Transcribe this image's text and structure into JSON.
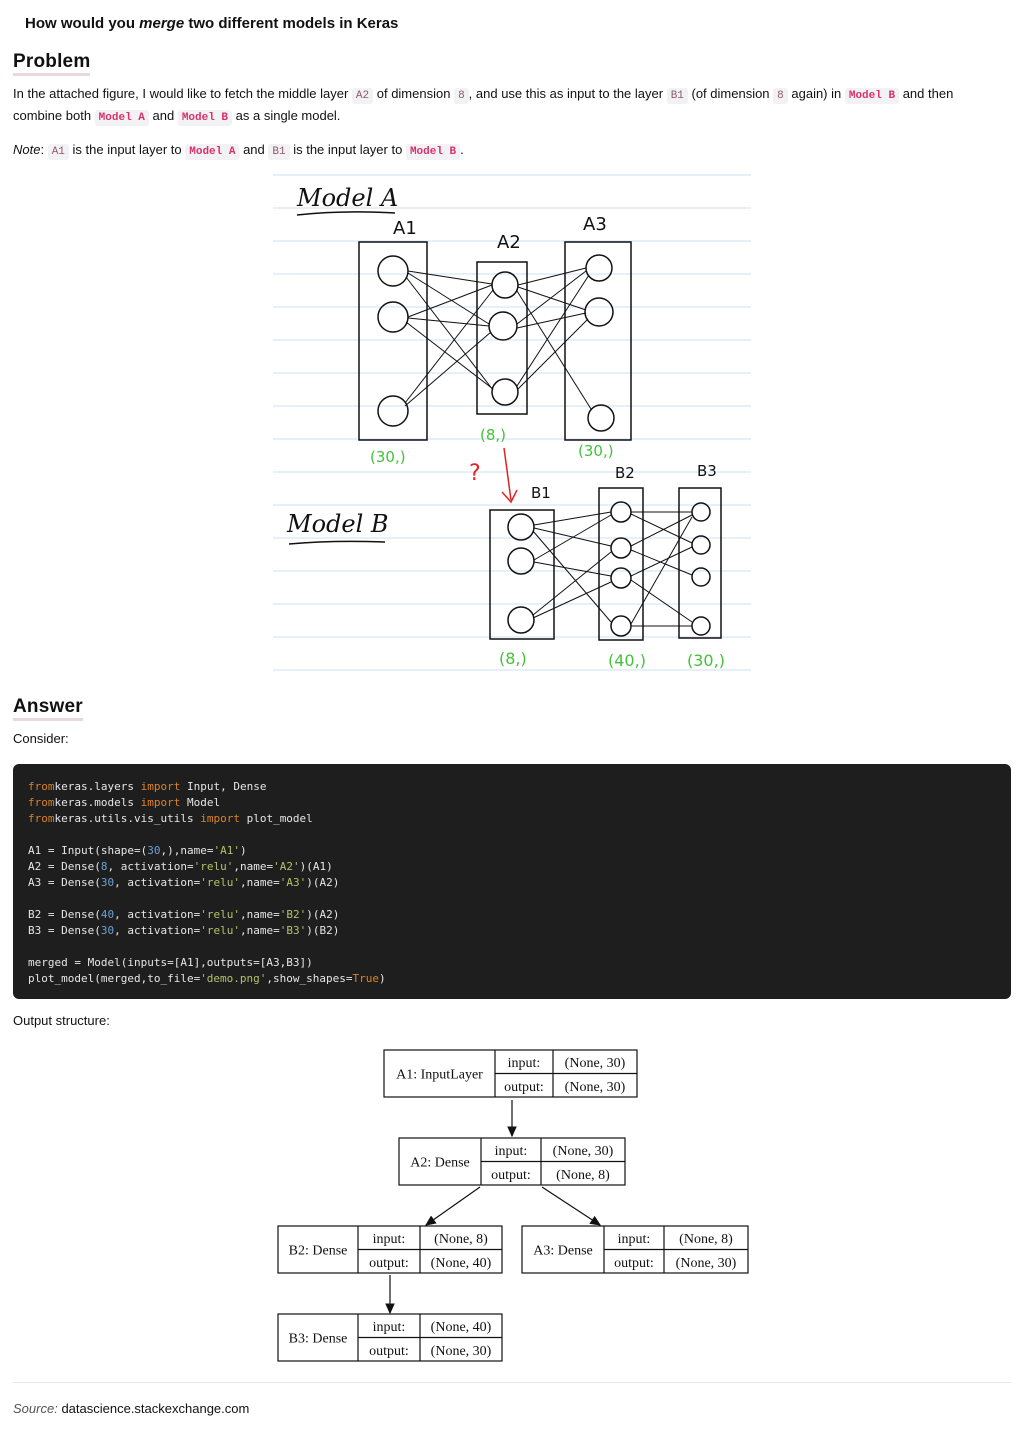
{
  "title": {
    "prefix": "How would you ",
    "emphasis": "merge",
    "suffix": " two different models in Keras"
  },
  "problem": {
    "heading": "Problem",
    "p1": {
      "t1": "In the attached figure, I would like to fetch the middle layer ",
      "c1": "A2",
      "t2": " of dimension ",
      "c2": "8",
      "t3": ", and use this as input to the layer ",
      "c3": "B1",
      "t4": " (of dimension ",
      "c4": "8",
      "t5": " again) in ",
      "c5": "Model B",
      "t6": " and then",
      "t7": "combine both ",
      "c6": "Model A",
      "t8": " and ",
      "c7": "Model B",
      "t9": " as a single model."
    },
    "note": {
      "label": "Note",
      "t1": ": ",
      "c1": "A1",
      "t2": " is the input layer to ",
      "c2": "Model A",
      "t3": " and ",
      "c3": "B1",
      "t4": " is the input layer to ",
      "c4": "Model B",
      "t5": "."
    }
  },
  "sketch": {
    "model_a_label": "Model A",
    "model_b_label": "Model B",
    "a1": "A1",
    "a2": "A2",
    "a3": "A3",
    "b1": "B1",
    "b2": "B2",
    "b3": "B3",
    "dim_a1": "(30,)",
    "dim_a2": "(8,)",
    "dim_a3": "(30,)",
    "dim_b1": "(8,)",
    "dim_b2": "(40,)",
    "dim_b3": "(30,)",
    "question": "?"
  },
  "answer": {
    "heading": "Answer",
    "consider": "Consider:",
    "output_label": "Output structure:"
  },
  "code": {
    "lines": [
      [
        [
          "kw",
          "from"
        ],
        [
          "",
          "keras.layers "
        ],
        [
          "kw",
          "import"
        ],
        [
          "",
          " Input, Dense"
        ]
      ],
      [
        [
          "kw",
          "from"
        ],
        [
          "",
          "keras.models "
        ],
        [
          "kw",
          "import"
        ],
        [
          "",
          " Model"
        ]
      ],
      [
        [
          "kw",
          "from"
        ],
        [
          "",
          "keras.utils.vis_utils "
        ],
        [
          "kw",
          "import"
        ],
        [
          "",
          " plot_model"
        ]
      ],
      [],
      [
        [
          "",
          "A1 = Input(shape=("
        ],
        [
          "num",
          "30"
        ],
        [
          "",
          ",),name="
        ],
        [
          "str",
          "'A1'"
        ],
        [
          "",
          ")"
        ]
      ],
      [
        [
          "",
          "A2 = Dense("
        ],
        [
          "num",
          "8"
        ],
        [
          "",
          ", activation="
        ],
        [
          "str",
          "'relu'"
        ],
        [
          "",
          ",name="
        ],
        [
          "str",
          "'A2'"
        ],
        [
          "",
          ")(A1)"
        ]
      ],
      [
        [
          "",
          "A3 = Dense("
        ],
        [
          "num",
          "30"
        ],
        [
          "",
          ", activation="
        ],
        [
          "str",
          "'relu'"
        ],
        [
          "",
          ",name="
        ],
        [
          "str",
          "'A3'"
        ],
        [
          "",
          ")(A2)"
        ]
      ],
      [],
      [
        [
          "",
          "B2 = Dense("
        ],
        [
          "num",
          "40"
        ],
        [
          "",
          ", activation="
        ],
        [
          "str",
          "'relu'"
        ],
        [
          "",
          ",name="
        ],
        [
          "str",
          "'B2'"
        ],
        [
          "",
          ")(A2)"
        ]
      ],
      [
        [
          "",
          "B3 = Dense("
        ],
        [
          "num",
          "30"
        ],
        [
          "",
          ", activation="
        ],
        [
          "str",
          "'relu'"
        ],
        [
          "",
          ",name="
        ],
        [
          "str",
          "'B3'"
        ],
        [
          "",
          ")(B2)"
        ]
      ],
      [],
      [
        [
          "",
          "merged = Model(inputs=[A1],outputs=[A3,B3])"
        ]
      ],
      [
        [
          "",
          "plot_model(merged,to_file="
        ],
        [
          "str",
          "'demo.png'"
        ],
        [
          "",
          ",show_shapes="
        ],
        [
          "tru",
          "True"
        ],
        [
          "",
          ")"
        ]
      ]
    ]
  },
  "diagram": {
    "io_input": "input:",
    "io_output": "output:",
    "nodes": [
      {
        "name": "A1: InputLayer",
        "input": "(None, 30)",
        "output": "(None, 30)"
      },
      {
        "name": "A2: Dense",
        "input": "(None, 30)",
        "output": "(None, 8)"
      },
      {
        "name": "B2: Dense",
        "input": "(None, 8)",
        "output": "(None, 40)"
      },
      {
        "name": "A3: Dense",
        "input": "(None, 8)",
        "output": "(None, 30)"
      },
      {
        "name": "B3: Dense",
        "input": "(None, 40)",
        "output": "(None, 30)"
      }
    ]
  },
  "source": {
    "label": "Source:",
    "site": "datascience.stackexchange.com"
  },
  "colors": {
    "accent_code": "#d6336c",
    "sketch_green": "#44c23a",
    "sketch_red": "#e02424",
    "code_bg": "#1e1e1e"
  }
}
